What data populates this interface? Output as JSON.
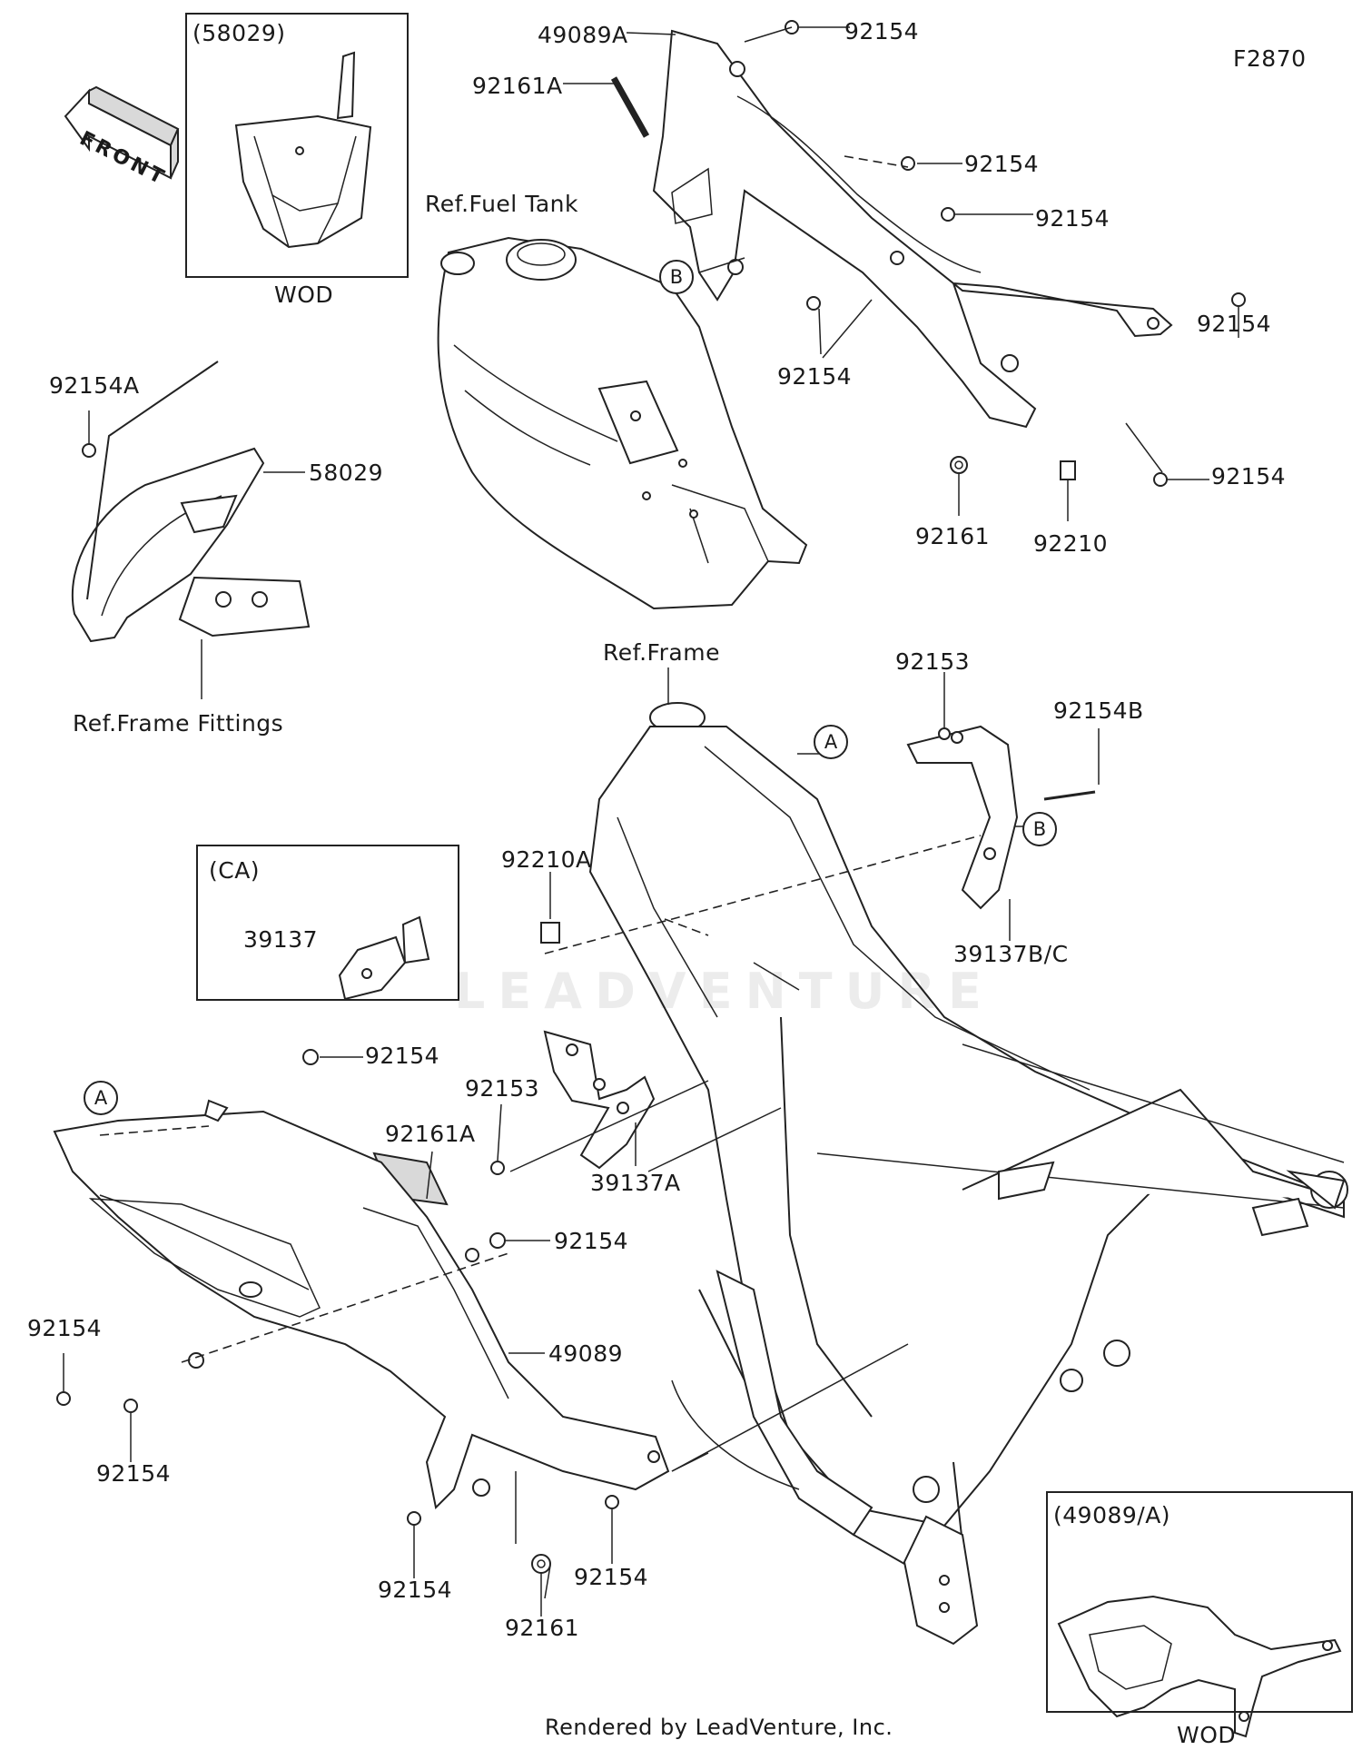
{
  "diagram_code": "F2870",
  "footer": "Rendered by LeadVenture, Inc.",
  "watermark": "LEADVENTURE",
  "front_arrow": "FRONT",
  "insets": {
    "number_plate": {
      "title": "(58029)",
      "caption": "WOD"
    },
    "ca": {
      "title": "(CA)",
      "part": "39137"
    },
    "cover": {
      "title": "(49089/A)",
      "caption": "WOD"
    }
  },
  "refs": {
    "fuel_tank": "Ref.Fuel Tank",
    "frame": "Ref.Frame",
    "frame_fittings": "Ref.Frame Fittings"
  },
  "callouts": {
    "a": "A",
    "b": "B"
  },
  "parts": {
    "p49089A": "49089A",
    "p92154_top": "92154",
    "p92161A_top": "92161A",
    "p92154_r1": "92154",
    "p92154_r2": "92154",
    "p92154_mid": "92154",
    "p92154_r3": "92154",
    "p92154_r4": "92154",
    "p92161_top": "92161",
    "p92210": "92210",
    "p92154A": "92154A",
    "p58029": "58029",
    "p92153_top": "92153",
    "p92154B": "92154B",
    "p92210A": "92210A",
    "p39137BC": "39137B/C",
    "p92154_l1": "92154",
    "p92161A_low": "92161A",
    "p92153_low": "92153",
    "p39137A": "39137A",
    "p92154_l2": "92154",
    "p92154_l3": "92154",
    "p49089": "49089",
    "p92154_l4": "92154",
    "p92154_b1": "92154",
    "p92161_low": "92161",
    "p92154_b2": "92154"
  }
}
